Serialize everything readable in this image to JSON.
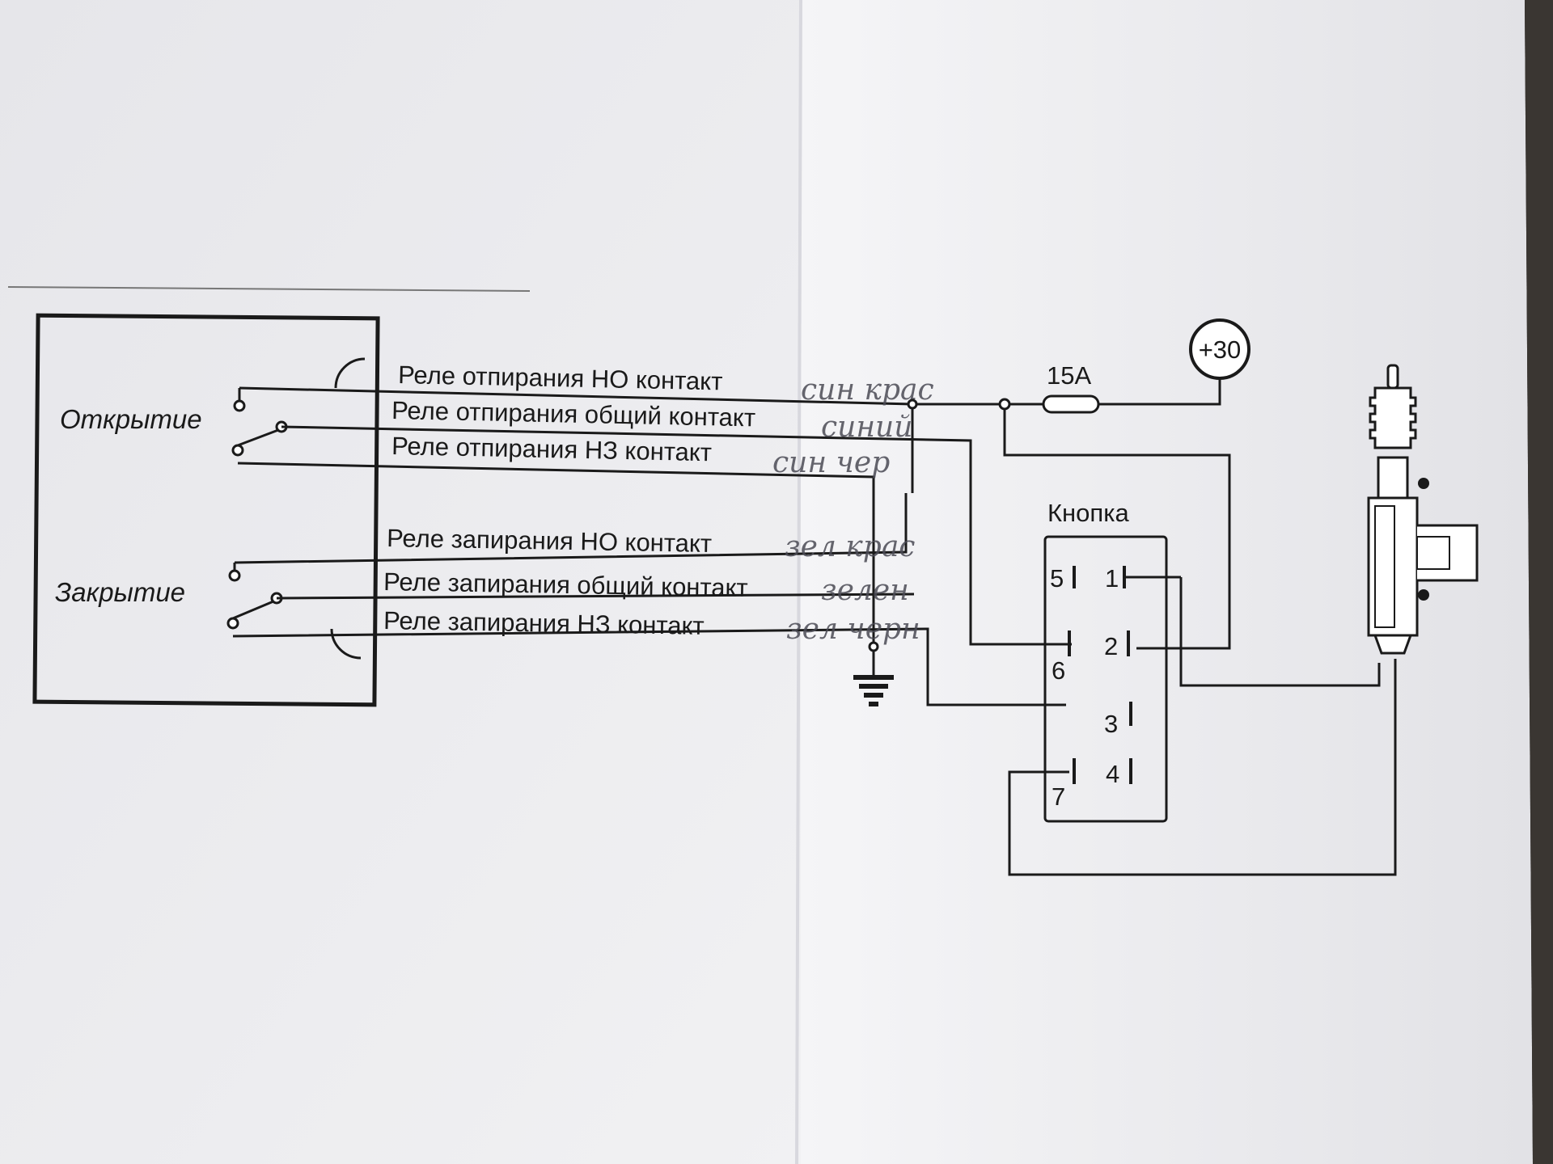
{
  "controller": {
    "open_label": "Открытие",
    "close_label": "Закрытие"
  },
  "wires": [
    {
      "label": "Реле отпирания НО контакт",
      "note": "син крас"
    },
    {
      "label": "Реле отпирания общий контакт",
      "note": "синий"
    },
    {
      "label": "Реле отпирания НЗ контакт",
      "note": "син чер"
    },
    {
      "label": "Реле запирания НО контакт",
      "note": "зел крас"
    },
    {
      "label": "Реле запирания общий контакт",
      "note": "зелен"
    },
    {
      "label": "Реле запирания НЗ контакт",
      "note": "зел черн"
    }
  ],
  "fuse": {
    "label": "15A"
  },
  "power": {
    "label": "+30"
  },
  "button": {
    "label": "Кнопка",
    "pins": [
      "1",
      "2",
      "3",
      "4",
      "5",
      "6",
      "7"
    ]
  },
  "colors": {
    "paper": "#eeeef0",
    "ink": "#1a1a1a",
    "handwriting": "#4b4b55",
    "background": "#1d1a17"
  }
}
